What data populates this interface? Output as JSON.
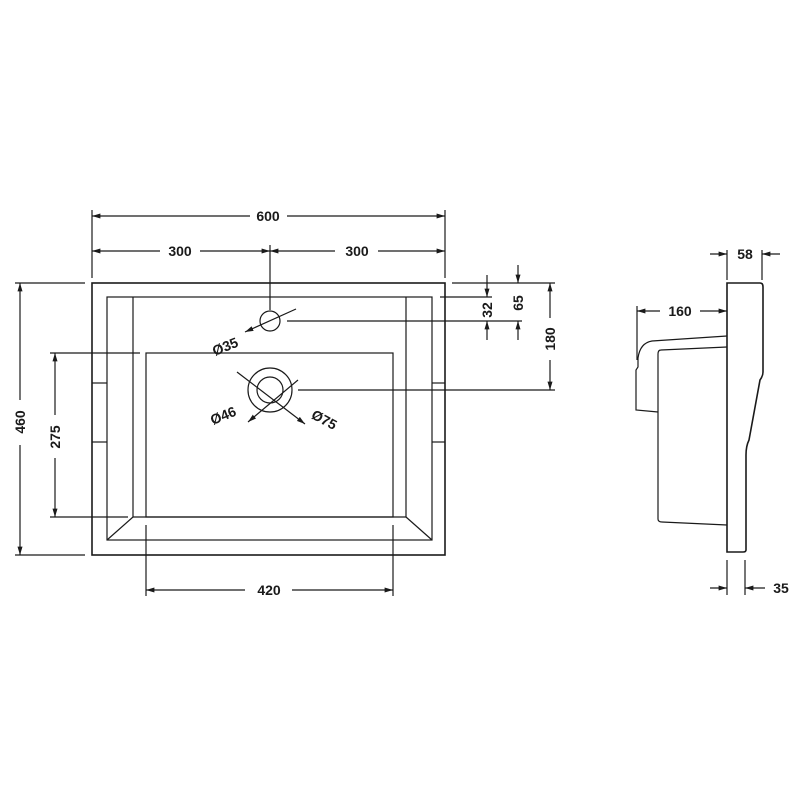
{
  "title": "Sink technical drawing",
  "dimensions": {
    "overall_width": "600",
    "half_left": "300",
    "half_right": "300",
    "overall_depth": "460",
    "bowl_depth": "275",
    "bowl_width": "420",
    "tap_offset_inner": "32",
    "tap_offset_outer": "65",
    "waste_offset": "180",
    "tap_hole": "Ø35",
    "waste_inner": "Ø46",
    "waste_outer": "Ø75",
    "side_top_thickness": "58",
    "side_bowl_projection": "160",
    "side_bottom_thickness": "35"
  }
}
